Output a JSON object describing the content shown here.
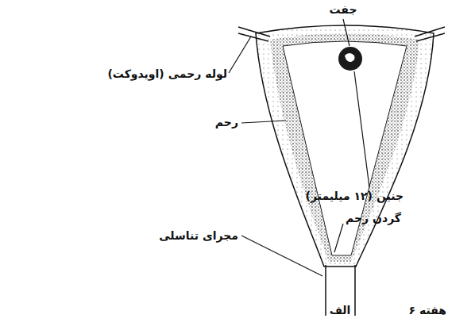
{
  "diagram": {
    "labels": [
      "جفت",
      "لوله رحمی (اویدوکت)",
      "رحم",
      "جنین (۱۲ میلیمتر)",
      "گردن رحم",
      "مجرای تناسلی",
      "الف",
      "۶ هفته"
    ]
  }
}
